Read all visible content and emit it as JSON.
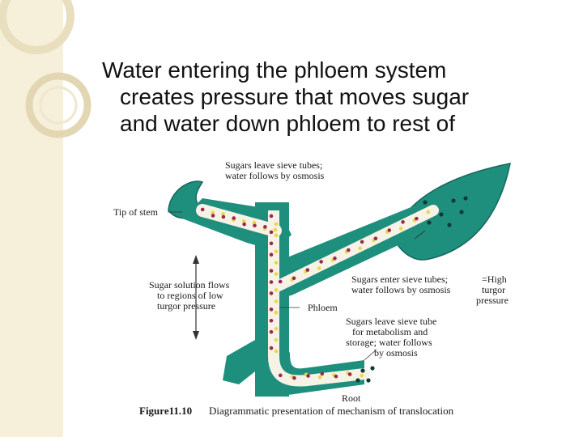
{
  "slide": {
    "title_lines": [
      "Water entering the phloem system",
      "creates pressure that moves sugar",
      "and water down phloem to rest of"
    ]
  },
  "figure": {
    "labels": {
      "sugars_leave_top_1": "Sugars leave sieve tubes;",
      "sugars_leave_top_2": "water follows by osmosis",
      "tip_of_stem": "Tip of stem",
      "flow_1": "Sugar solution flows",
      "flow_2": "to regions of low",
      "flow_3": "turgor pressure",
      "enter_1": "Sugars enter sieve tubes;",
      "enter_2": "water follows by osmosis",
      "high_1": "=High",
      "high_2": "turgor",
      "high_3": "pressure",
      "phloem": "Phloem",
      "leave_bottom_1": "Sugars leave sieve tube",
      "leave_bottom_2": "for metabolism and",
      "leave_bottom_3": "storage; water follows",
      "leave_bottom_4": "by osmosis",
      "root": "Root"
    },
    "caption_number": "Figure11.10",
    "caption_text": "Diagrammatic presentation of mechanism of translocation"
  },
  "colors": {
    "plant": "#1f8f7d",
    "plant_dark": "#15675a",
    "tube": "#f7f2e6",
    "sugar_dot": "#9c2850",
    "water_dot": "#e8d84a",
    "band": "#f6efd9"
  }
}
